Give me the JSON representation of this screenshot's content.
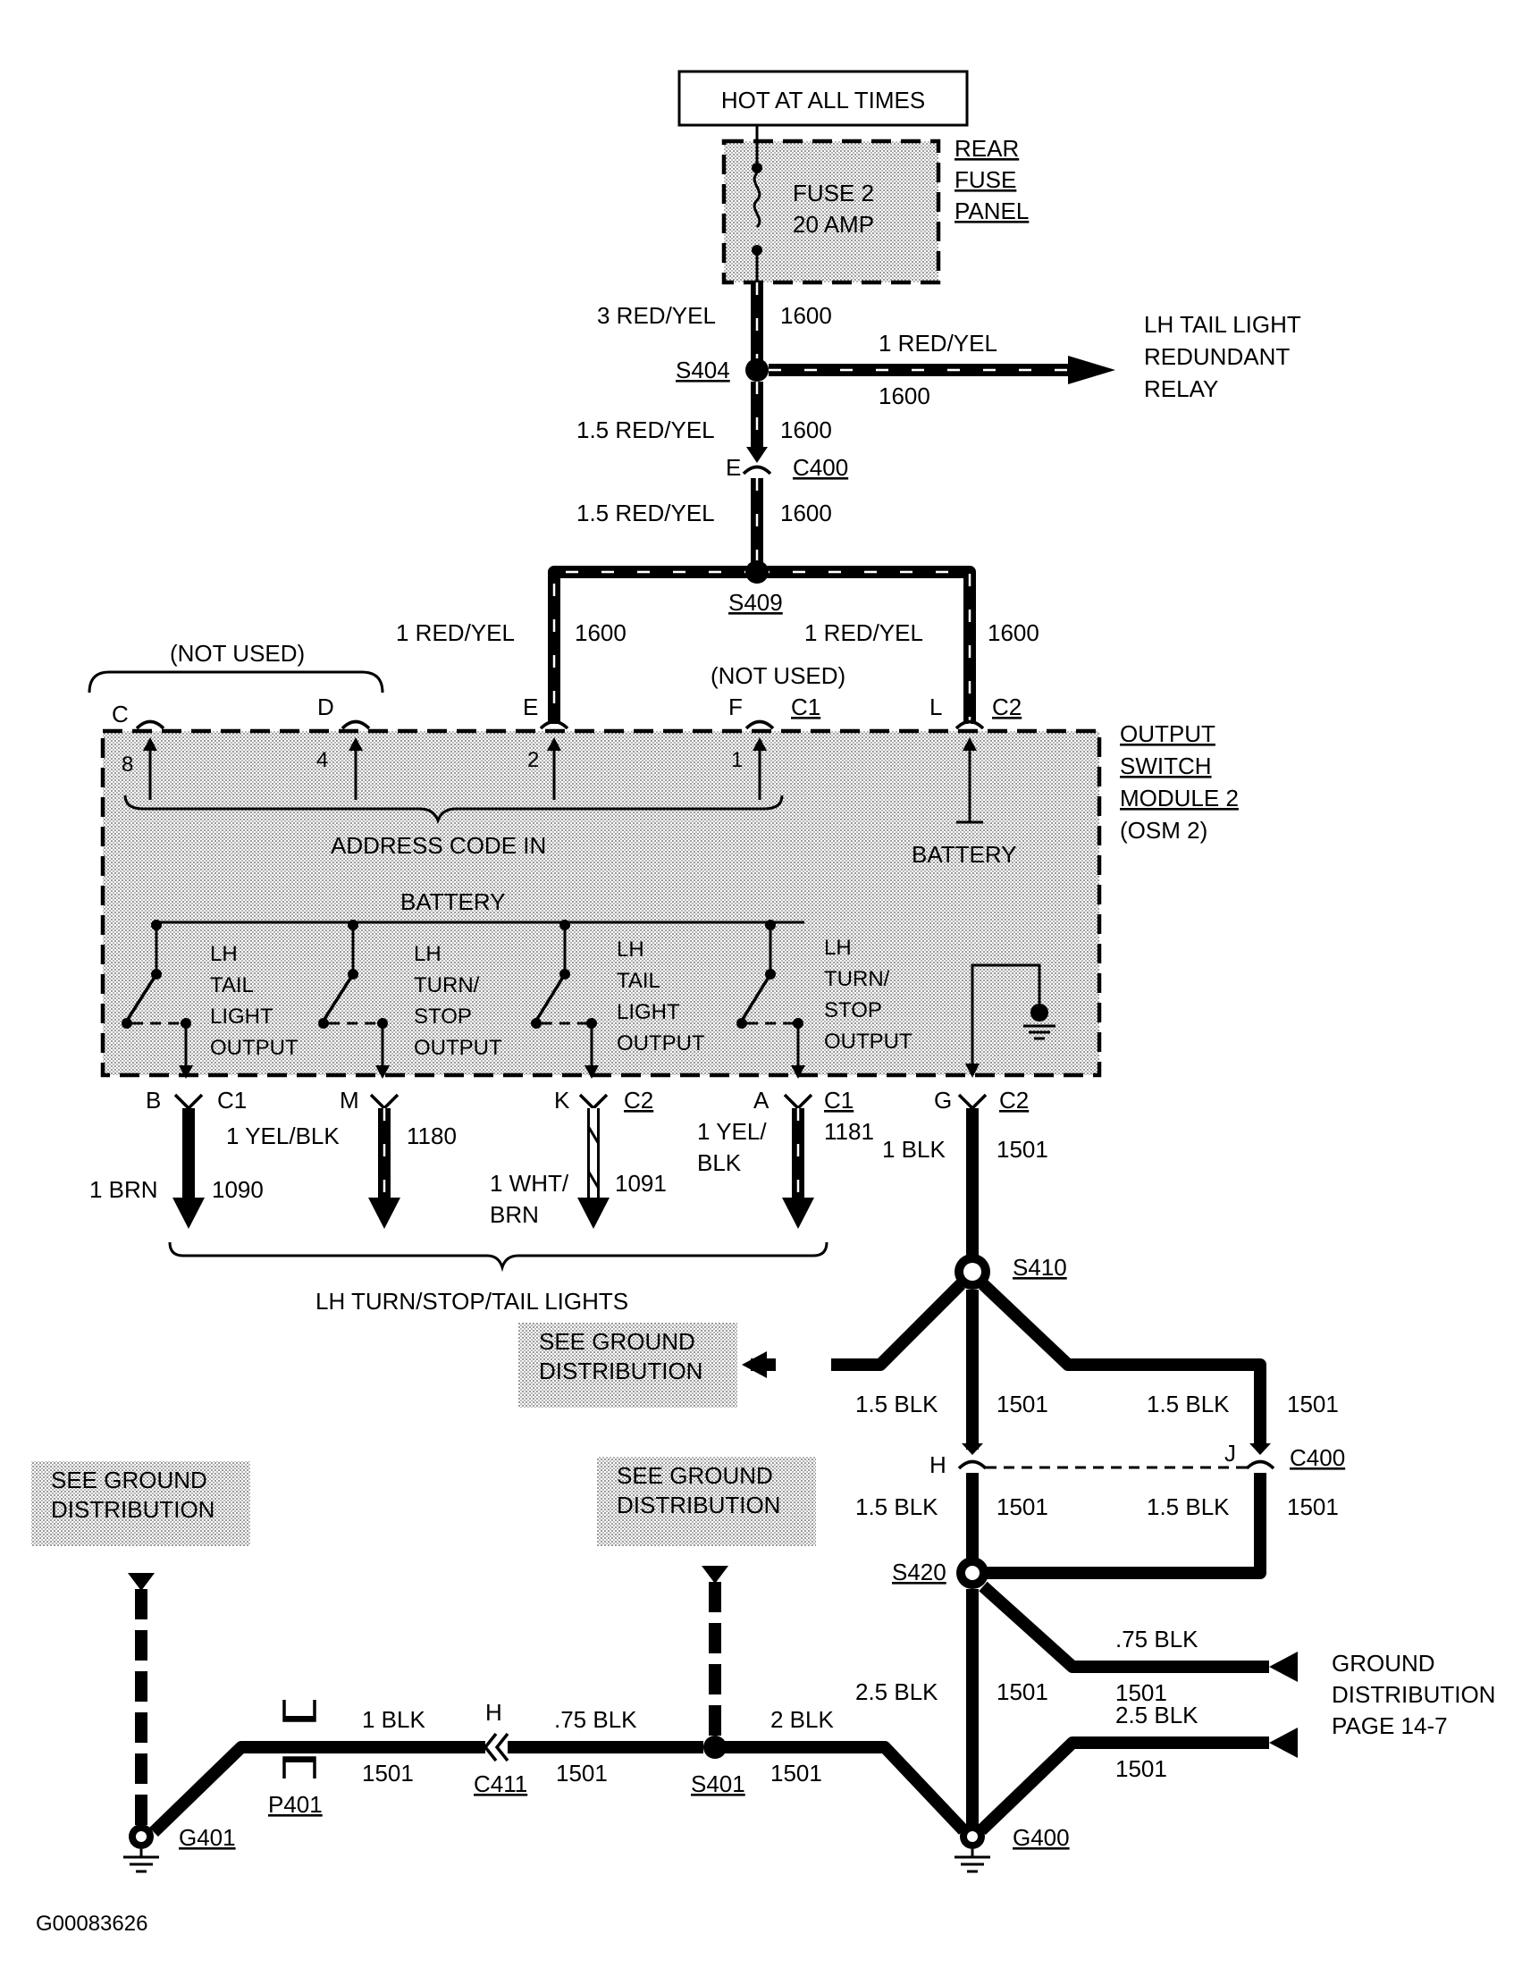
{
  "power_source": "HOT AT ALL TIMES",
  "fuse_panel": {
    "name_lines": [
      "REAR",
      "FUSE",
      "PANEL"
    ],
    "fuse_lines": [
      "FUSE 2",
      "20 AMP"
    ]
  },
  "relay_label_lines": [
    "LH TAIL LIGHT",
    "REDUNDANT",
    "RELAY"
  ],
  "module_label_lines": [
    "OUTPUT",
    "SWITCH",
    "MODULE 2",
    "(OSM 2)"
  ],
  "module": {
    "address_code": "ADDRESS CODE IN",
    "battery_upper": "BATTERY",
    "battery_inner": "BATTERY",
    "not_used_left": "(NOT USED)",
    "not_used_mid": "(NOT USED)",
    "pin_numbers": [
      "8",
      "4",
      "2",
      "1"
    ],
    "outputs": [
      [
        "LH",
        "TAIL",
        "LIGHT",
        "OUTPUT"
      ],
      [
        "LH",
        "TURN/",
        "STOP",
        "OUTPUT"
      ],
      [
        "LH",
        "TAIL",
        "LIGHT",
        "OUTPUT"
      ],
      [
        "LH",
        "TURN/",
        "STOP",
        "OUTPUT"
      ]
    ]
  },
  "splices": [
    "S404",
    "S409",
    "S410",
    "S420",
    "S401"
  ],
  "connectors": [
    "C400",
    "C1",
    "C2",
    "C411",
    "P401"
  ],
  "grounds": [
    "G401",
    "G400"
  ],
  "pins": [
    "E",
    "C",
    "D",
    "E",
    "F",
    "L",
    "B",
    "M",
    "K",
    "A",
    "G",
    "H",
    "J",
    "H"
  ],
  "wires": [
    {
      "gauge_color": "3 RED/YEL",
      "circuit": "1600"
    },
    {
      "gauge_color": "1 RED/YEL",
      "circuit": "1600"
    },
    {
      "gauge_color": "1.5 RED/YEL",
      "circuit": "1600"
    },
    {
      "gauge_color": "1.5 RED/YEL",
      "circuit": "1600"
    },
    {
      "gauge_color": "1 RED/YEL",
      "circuit": "1600"
    },
    {
      "gauge_color": "1 RED/YEL",
      "circuit": "1600"
    },
    {
      "gauge_color": "1 BRN",
      "circuit": "1090"
    },
    {
      "gauge_color": "1 YEL/BLK",
      "circuit": "1180"
    },
    {
      "gauge_color_lines": [
        "1 WHT/",
        "BRN"
      ],
      "circuit": "1091"
    },
    {
      "gauge_color_lines": [
        "1 YEL/",
        "BLK"
      ],
      "circuit": "1181"
    },
    {
      "gauge_color": "1 BLK",
      "circuit": "1501"
    },
    {
      "gauge_color": "1.5 BLK",
      "circuit": "1501"
    },
    {
      "gauge_color": "1.5 BLK",
      "circuit": "1501"
    },
    {
      "gauge_color": "1.5 BLK",
      "circuit": "1501"
    },
    {
      "gauge_color": "1.5 BLK",
      "circuit": "1501"
    },
    {
      "gauge_color": ".75 BLK",
      "circuit": "1501"
    },
    {
      "gauge_color": "2.5 BLK",
      "circuit": "1501"
    },
    {
      "gauge_color": "2.5 BLK",
      "circuit": "1501"
    },
    {
      "gauge_color": "2 BLK",
      "circuit": "1501"
    },
    {
      "gauge_color": ".75 BLK",
      "circuit": "1501"
    },
    {
      "gauge_color": "1 BLK",
      "circuit": "1501"
    }
  ],
  "lights_label": "LH TURN/STOP/TAIL LIGHTS",
  "see_ground": [
    "SEE GROUND",
    "DISTRIBUTION"
  ],
  "ground_dist_lines": [
    "GROUND",
    "DISTRIBUTION",
    "PAGE 14-7"
  ],
  "figure_id": "G00083626"
}
